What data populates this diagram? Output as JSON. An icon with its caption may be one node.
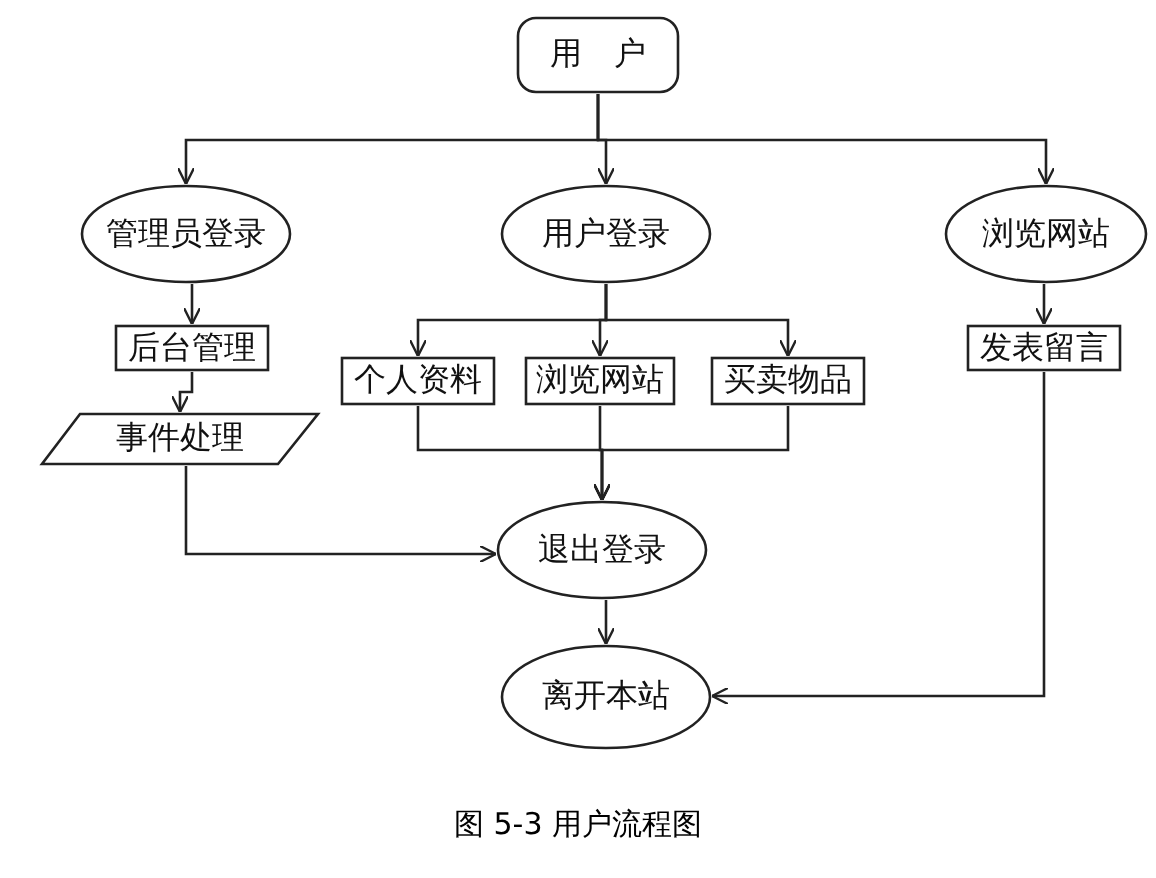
{
  "diagram": {
    "caption": "图 5-3 用户流程图",
    "nodes": [
      {
        "text": [
          "用　户"
        ]
      },
      {
        "text": [
          "管理员登录"
        ]
      },
      {
        "text": [
          "用户登录"
        ]
      },
      {
        "text": [
          "浏览网站"
        ]
      },
      {
        "text": [
          "后台管理"
        ]
      },
      {
        "text": [
          "事件处理"
        ]
      },
      {
        "text": [
          "个人资料"
        ]
      },
      {
        "text": [
          "浏览网站"
        ]
      },
      {
        "text": [
          "买卖物品"
        ]
      },
      {
        "text": [
          "发表留言"
        ]
      },
      {
        "text": [
          "退出登录"
        ]
      },
      {
        "text": [
          "离开本站"
        ]
      }
    ],
    "edges": [
      {
        "from": 0,
        "to": 1,
        "arrow": "to"
      },
      {
        "from": 0,
        "to": 2,
        "arrow": "to"
      },
      {
        "from": 0,
        "to": 3,
        "arrow": "to"
      },
      {
        "from": 1,
        "to": 4,
        "arrow": "to"
      },
      {
        "from": 4,
        "to": 5,
        "arrow": "to"
      },
      {
        "from": 2,
        "to": 6,
        "arrow": "to"
      },
      {
        "from": 2,
        "to": 7,
        "arrow": "to"
      },
      {
        "from": 2,
        "to": 8,
        "arrow": "to"
      },
      {
        "from": 6,
        "to": 10,
        "arrow": "to"
      },
      {
        "from": 7,
        "to": 10,
        "arrow": "to"
      },
      {
        "from": 8,
        "to": 10,
        "arrow": "to"
      },
      {
        "from": 5,
        "to": 10,
        "arrow": "to"
      },
      {
        "from": 3,
        "to": 9,
        "arrow": "to"
      },
      {
        "from": 9,
        "to": 11,
        "arrow": "to"
      },
      {
        "from": 10,
        "to": 11,
        "arrow": "to"
      }
    ]
  }
}
